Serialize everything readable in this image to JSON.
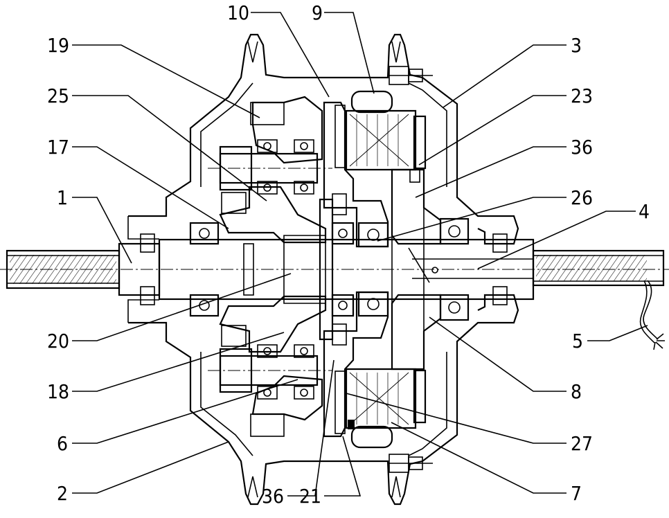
{
  "labels": {
    "l1": "1",
    "l2": "2",
    "l3": "3",
    "l4": "4",
    "l5": "5",
    "l6": "6",
    "l7": "7",
    "l8": "8",
    "l9": "9",
    "l10": "10",
    "l17": "17",
    "l18": "18",
    "l19": "19",
    "l20": "20",
    "l21": "21",
    "l23": "23",
    "l25": "25",
    "l26": "26",
    "l27": "27",
    "l36a": "36",
    "l36b": "36"
  }
}
